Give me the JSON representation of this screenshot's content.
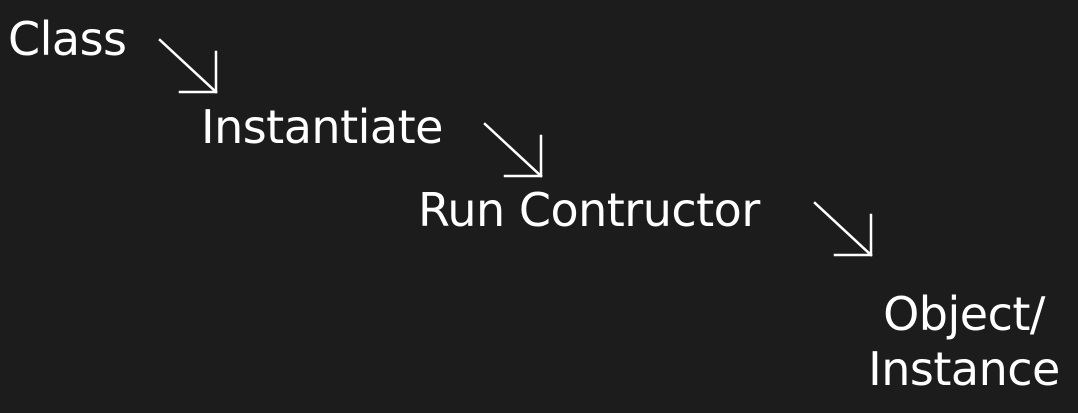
{
  "diagram": {
    "steps": [
      {
        "label": "Class"
      },
      {
        "label": "Instantiate"
      },
      {
        "label": "Run Contructor"
      },
      {
        "label_line1": "Object/",
        "label_line2": "Instance"
      }
    ],
    "colors": {
      "background": "#1c1c1c",
      "text": "#ffffff",
      "arrow": "#ffffff"
    },
    "arrow_icon": "arrow-down-right-icon"
  }
}
